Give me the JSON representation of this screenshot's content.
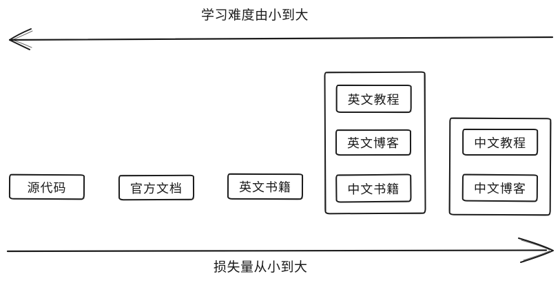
{
  "diagram": {
    "top_axis": {
      "label": "学习难度由小到大",
      "direction": "left"
    },
    "bottom_axis": {
      "label": "损失量从小到大",
      "direction": "right"
    },
    "standalone_boxes": [
      {
        "label": "源代码"
      },
      {
        "label": "官方文档"
      },
      {
        "label": "英文书籍"
      }
    ],
    "groups": [
      {
        "name": "english-resources",
        "items": [
          {
            "label": "英文教程"
          },
          {
            "label": "英文博客"
          },
          {
            "label": "中文书籍"
          }
        ]
      },
      {
        "name": "chinese-resources",
        "items": [
          {
            "label": "中文教程"
          },
          {
            "label": "中文博客"
          }
        ]
      }
    ]
  },
  "colors": {
    "stroke": "#1a1a1a",
    "background": "#ffffff"
  }
}
